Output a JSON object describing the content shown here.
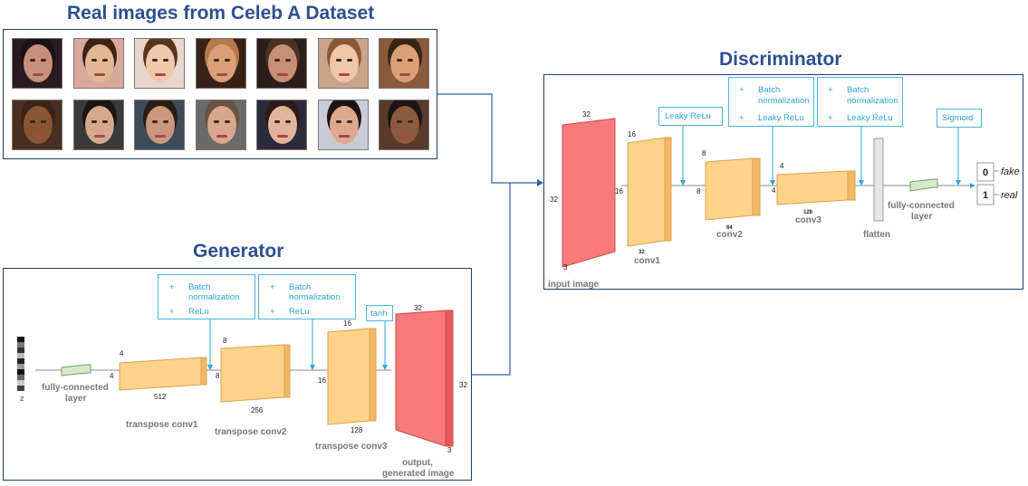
{
  "titles": {
    "dataset": "Real images from Celeb A Dataset",
    "discriminator": "Discriminator",
    "generator": "Generator"
  },
  "faces": [
    {
      "bg": "#2a1a22",
      "skin": "#c98f7d",
      "hair": "#1c1216"
    },
    {
      "bg": "#d9a89c",
      "skin": "#e3b894",
      "hair": "#3b2316"
    },
    {
      "bg": "#e8d6cc",
      "skin": "#f0c8ab",
      "hair": "#5a3420"
    },
    {
      "bg": "#3a2118",
      "skin": "#d9a078",
      "hair": "#b57a4c"
    },
    {
      "bg": "#2b1d17",
      "skin": "#c88f74",
      "hair": "#4a3224"
    },
    {
      "bg": "#c9a48c",
      "skin": "#efc6a6",
      "hair": "#8a5a36"
    },
    {
      "bg": "#8a5a3a",
      "skin": "#d9a074",
      "hair": "#3a2414"
    },
    {
      "bg": "#4a2e22",
      "skin": "#8a5535",
      "hair": "#3a2418"
    },
    {
      "bg": "#3a3a3a",
      "skin": "#d7a88e",
      "hair": "#1c1410"
    },
    {
      "bg": "#3c4a5a",
      "skin": "#c9977d",
      "hair": "#2a1c14"
    },
    {
      "bg": "#6a6a6a",
      "skin": "#d8a88c",
      "hair": "#6a5244"
    },
    {
      "bg": "#2a2a3a",
      "skin": "#e3b49c",
      "hair": "#2a1c16"
    },
    {
      "bg": "#c9ccd4",
      "skin": "#dca88e",
      "hair": "#1c1414"
    },
    {
      "bg": "#5a3a2a",
      "skin": "#8a5a3e",
      "hair": "#1e1410"
    }
  ],
  "discriminator": {
    "cfg_leaky": "Leaky ReLu",
    "cfg_batch": "Batch",
    "cfg_norm": "normalization",
    "cfg_sigmoid": "Sigmoid",
    "plus": "+",
    "input_image": "input image",
    "conv1": "conv1",
    "conv2": "conv2",
    "conv3": "conv3",
    "flatten": "flatten",
    "fc_line1": "fully-connected",
    "fc_line2": "layer",
    "out0": "0",
    "out1": "1",
    "fake": "fake",
    "real": "real",
    "n32": "32",
    "n16": "16",
    "n8": "8",
    "n4": "4",
    "n3": "3",
    "n64": "64",
    "n128": "128"
  },
  "generator": {
    "cfg_batch": "Batch",
    "cfg_norm": "normalization",
    "cfg_relu": "ReLu",
    "cfg_tanh": "tanh",
    "plus": "+",
    "z": "z",
    "fc_line1": "fully-connected",
    "fc_line2": "layer",
    "tconv1": "transpose conv1",
    "tconv2": "transpose conv2",
    "tconv3": "transpose conv3",
    "out_line1": "output,",
    "out_line2": "generated image",
    "n4": "4",
    "n8": "8",
    "n16": "16",
    "n32": "32",
    "n3": "3",
    "n512": "512",
    "n256": "256",
    "n128": "128"
  },
  "colors": {
    "block_fill": "#fdd38a",
    "block_side": "#f3b865",
    "image_fill": "#f87a7a",
    "image_side": "#e45858",
    "fc_fill": "#d5ebc8",
    "accent": "#2aa6d6",
    "panel_border": "#1f3b6e",
    "title": "#2e4f8f"
  }
}
